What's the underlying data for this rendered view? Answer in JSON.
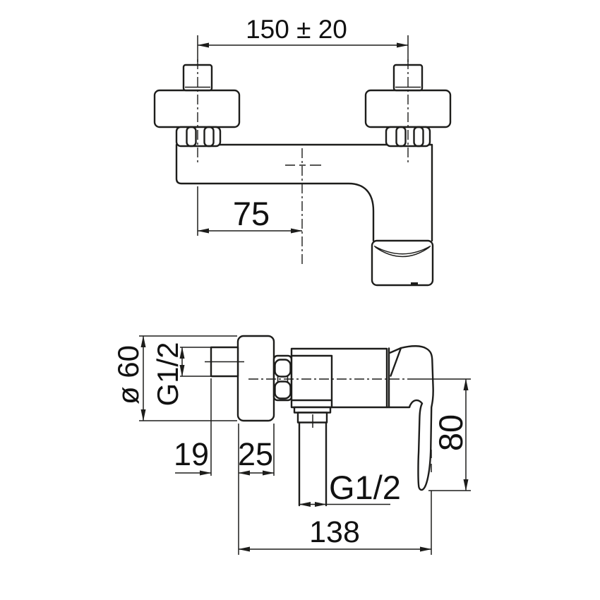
{
  "colors": {
    "line": "#1d1d1b",
    "background": "#ffffff"
  },
  "dims": {
    "mounting_centers": "150 ± 20",
    "outlet_offset": "75",
    "escutcheon_diameter": "ø 60",
    "inlet_thread": "G1/2",
    "thread_projection": "19",
    "escutcheon_depth": "25",
    "handle_drop": "80",
    "outlet_thread": "G1/2",
    "overall_depth": "138"
  }
}
